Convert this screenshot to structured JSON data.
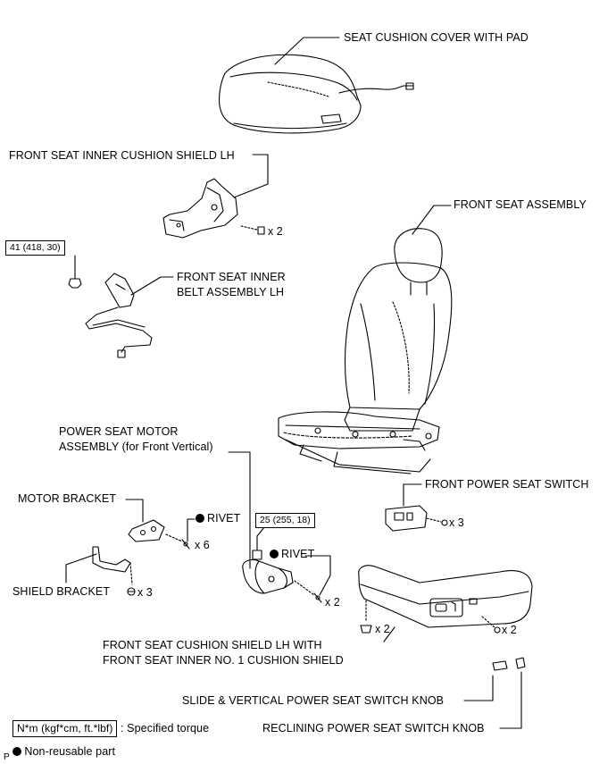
{
  "parts": {
    "seat_cushion_cover": "SEAT CUSHION COVER WITH PAD",
    "inner_cushion_shield": "FRONT SEAT INNER CUSHION SHIELD LH",
    "front_seat_assembly": "FRONT SEAT ASSEMBLY",
    "inner_belt_line1": "FRONT SEAT INNER",
    "inner_belt_line2": "BELT ASSEMBLY LH",
    "power_seat_motor_line1": "POWER SEAT MOTOR",
    "power_seat_motor_line2": "ASSEMBLY (for Front Vertical)",
    "motor_bracket": "MOTOR BRACKET",
    "rivet_1": "RIVET",
    "rivet_2": "RIVET",
    "front_power_seat_switch": "FRONT POWER SEAT SWITCH",
    "shield_bracket": "SHIELD BRACKET",
    "cushion_shield_line1": "FRONT SEAT CUSHION SHIELD LH WITH",
    "cushion_shield_line2": "FRONT SEAT INNER NO. 1 CUSHION SHIELD",
    "slide_vertical_knob": "SLIDE & VERTICAL POWER SEAT SWITCH KNOB",
    "reclining_knob": "RECLINING POWER SEAT SWITCH KNOB"
  },
  "torques": {
    "belt_anchor": "41 (418, 30)",
    "motor_bolt": "25 (255, 18)"
  },
  "quantities": {
    "shield_screw": "x 2",
    "rivet_bracket": "x 6",
    "shield_bracket_screw": "x 3",
    "motor_rivet": "x 2",
    "switch_screw": "x 3",
    "cushion_shield_clip_left": "x 2",
    "cushion_shield_screw_right": "x 2"
  },
  "legend": {
    "torque_unit": "N*m (kgf*cm, ft.*lbf)",
    "torque_desc": ": Specified torque",
    "nonreusable": "Non-reusable part",
    "corner_mark": "P"
  }
}
